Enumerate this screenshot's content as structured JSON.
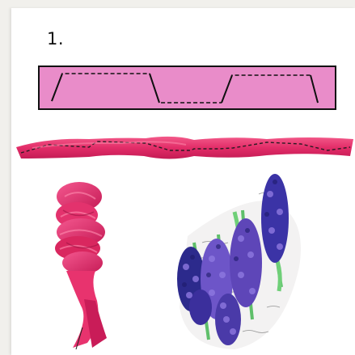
{
  "step": {
    "number_label": "1."
  },
  "colors": {
    "page_background": "#f1f0ec",
    "card_background": "#ffffff",
    "diagram_fill": "#e98cc9",
    "ribbon_pink": "#e8336e",
    "stitch_line": "#222222",
    "hyacinth_purple": "#5e46b8",
    "hyacinth_dark": "#2c2a8c",
    "stem_green": "#5fbf6a"
  },
  "illustrations": [
    {
      "name": "folding-diagram",
      "description_icon": "pleat-diagram-icon"
    },
    {
      "name": "stitched-ribbon",
      "description_icon": "ribbon-icon"
    },
    {
      "name": "gathered-ribbon",
      "description_icon": "gathered-ribbon-icon"
    },
    {
      "name": "hyacinth-flowers",
      "description_icon": "hyacinth-icon"
    }
  ]
}
